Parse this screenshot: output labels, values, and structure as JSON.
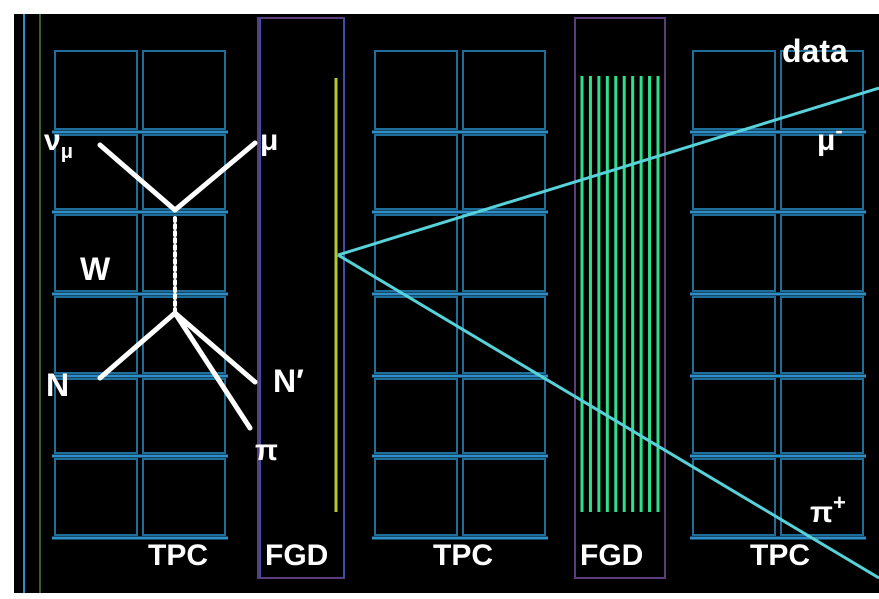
{
  "corner_label": "data",
  "colors": {
    "background": "#000000",
    "tpc_grid": "#1f6e9a",
    "tpc_grid_outer": "#2e8ec8",
    "fgd_border": "#5a3d7a",
    "divider": "#3a4fa8",
    "fgd_strips": "#2ee08a",
    "vertex_bar": "#b6c832",
    "tracks": "#57d2d9",
    "feynman": "#ffffff"
  },
  "modules": [
    {
      "kind": "TPC",
      "label": "TPC"
    },
    {
      "kind": "FGD",
      "label": "FGD"
    },
    {
      "kind": "TPC",
      "label": "TPC"
    },
    {
      "kind": "FGD",
      "label": "FGD"
    },
    {
      "kind": "TPC",
      "label": "TPC"
    }
  ],
  "tracks": [
    {
      "particle": "μ⁻",
      "label": "μ",
      "superscript": "-"
    },
    {
      "particle": "π⁺",
      "label": "π",
      "superscript": "+"
    }
  ],
  "feynman": {
    "neutrino": "ν",
    "neutrino_sub": "μ",
    "lepton": "μ",
    "boson": "W",
    "nucleon_in": "N",
    "nucleon_out": "N′",
    "pion": "π"
  }
}
